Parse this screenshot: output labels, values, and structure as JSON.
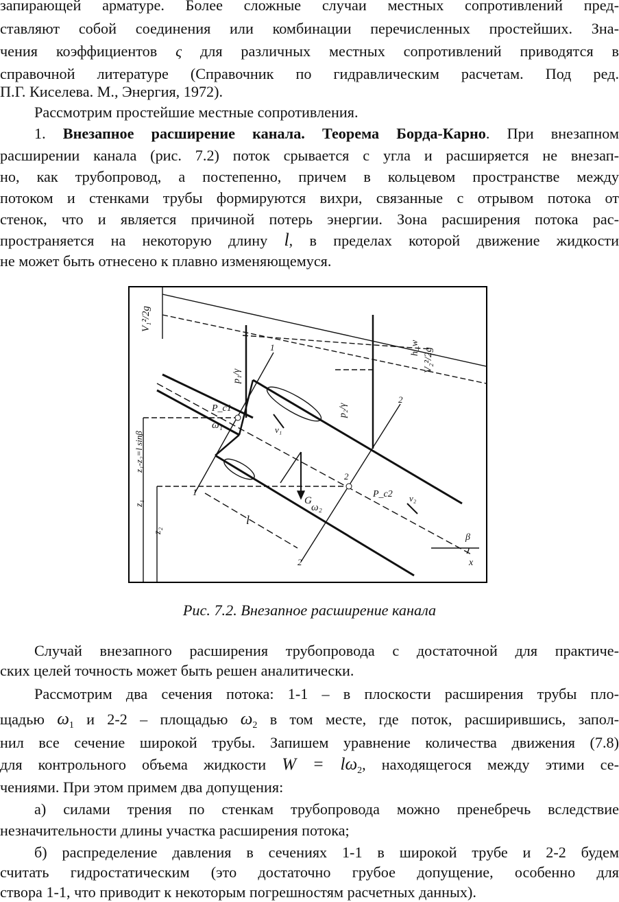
{
  "top_paragraph": {
    "l1": "запирающей арматуре. Более сложные случаи местных сопротивлений пред-",
    "l2": "ставляют собой соединения или комбинации перечисленных простейших. Зна-",
    "l3a": "чения коэффициентов",
    "l3sym": "ς",
    "l3b": "для различных местных сопротивлений приводятся в",
    "l4": "справочной литературе (Справочник по гидравлическим расчетам. Под ред.",
    "l5": "П.Г. Киселева. М., Энергия, 1972)."
  },
  "intro_line": "Рассмотрим простейшие местные сопротивления.",
  "section1": {
    "number": "1.",
    "title": "Внезапное расширение канала. Теорема Борда-Карно",
    "l1b": ". При внезапном",
    "l2": "расширении канала (рис. 7.2) поток срывается с угла и расширяется не внезап-",
    "l3": "но, как трубопровод, а постепенно, причем в кольцевом пространстве между",
    "l4": "потоком и стенками трубы формируются вихри, связанные с отрывом потока от",
    "l5": "стенок, что и является причиной потерь энергии. Зона расширения потока рас-",
    "l6a": "пространяется на некоторую длину",
    "l6sym": "l",
    "l6b": ", в пределах которой движение жидкости",
    "l7": "не может быть отнесено к плавно изменяющемуся."
  },
  "figure": {
    "labels": {
      "v1": "V₁²/2g",
      "v2": "V₂²/2g",
      "hw": "h_w",
      "p1g": "p₁/γ",
      "p2g": "p₂/γ",
      "pc1": "P_c1",
      "pc2": "P_c2",
      "w1": "ω₁",
      "w2": "ω₂",
      "z1": "z₁",
      "z2": "z₂",
      "dz": "z₁-z₂=l sinβ",
      "G": "G",
      "l": "l",
      "beta": "β",
      "x": "x",
      "v1s": "v₁",
      "v2s": "v₂",
      "sec1": "1",
      "sec2": "2"
    }
  },
  "caption": "Рис. 7.2. Внезапное расширение канала",
  "bottom": {
    "p1l1": "Случай внезапного расширения трубопровода с достаточной для практиче-",
    "p1l2": "ских целей точность может быть  решен аналитически.",
    "p2l1": "Рассмотрим два сечения потока: 1-1 – в плоскости расширения трубы пло-",
    "p2l2a": "щадью",
    "w1sym": "ω",
    "w1sub": "1",
    "p2l2b": "и 2-2 – площадью",
    "w2sym": "ω",
    "w2sub": "2",
    "p2l2c": "в том месте, где поток, расширившись, запол-",
    "p2l3": "нил все сечение широкой трубы. Запишем уравнение количества движения (7.8)",
    "p2l4a": "для контрольного объема жидкости",
    "formula": "W  = lω",
    "formula_sub": "2",
    "p2l4b": ",  находящегося между этими се-",
    "p2l5": "чениями. При этом примем два допущения:",
    "a_l1": "а) силами трения по стенкам трубопровода можно пренебречь вследствие",
    "a_l2": "незначительности длины участка расширения потока;",
    "b_l1": "б) распределение давления в сечениях 1-1 в широкой трубе и 2-2 будем",
    "b_l2": "считать гидростатическим (это достаточно грубое допущение, особенно для",
    "b_l3": "створа 1-1, что приводит к некоторым погрешностям расчетных данных)."
  }
}
